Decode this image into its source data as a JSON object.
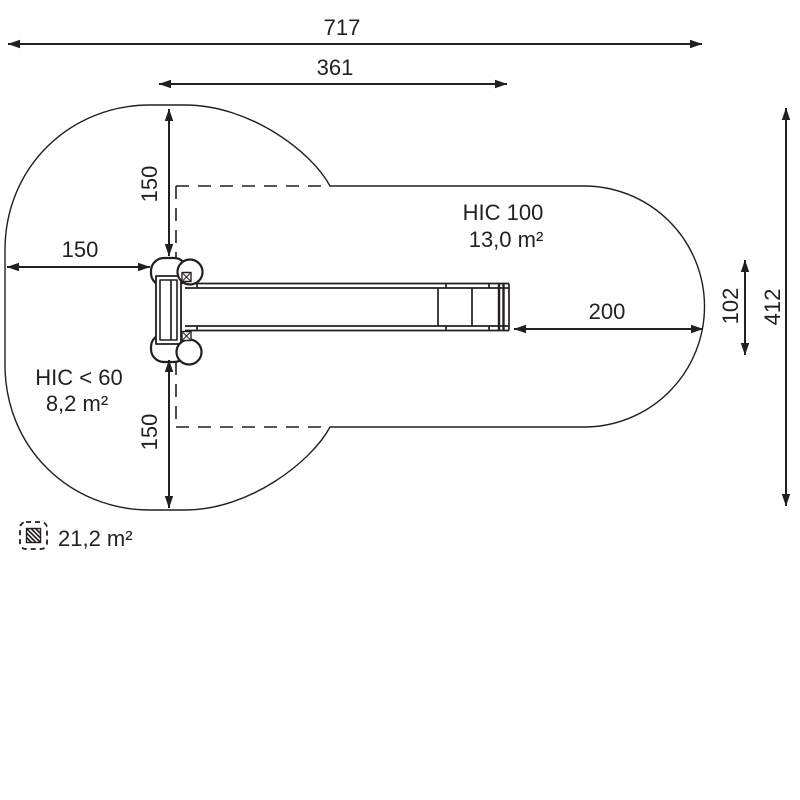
{
  "diagram": {
    "dimensions": {
      "total_width": "717",
      "upper_width": "361",
      "top_clearance": "150",
      "left_clearance": "150",
      "bottom_clearance": "150",
      "right_clearance": "200",
      "end_height": "102",
      "total_height": "412"
    },
    "zones": {
      "hic100_title": "HIC 100",
      "hic100_area": "13,0 m²",
      "hic60_title": "HIC < 60",
      "hic60_area": "8,2 m²"
    },
    "legend": {
      "total_area": "21,2 m²"
    },
    "colors": {
      "ink": "#231f20",
      "paper": "#ffffff"
    }
  }
}
